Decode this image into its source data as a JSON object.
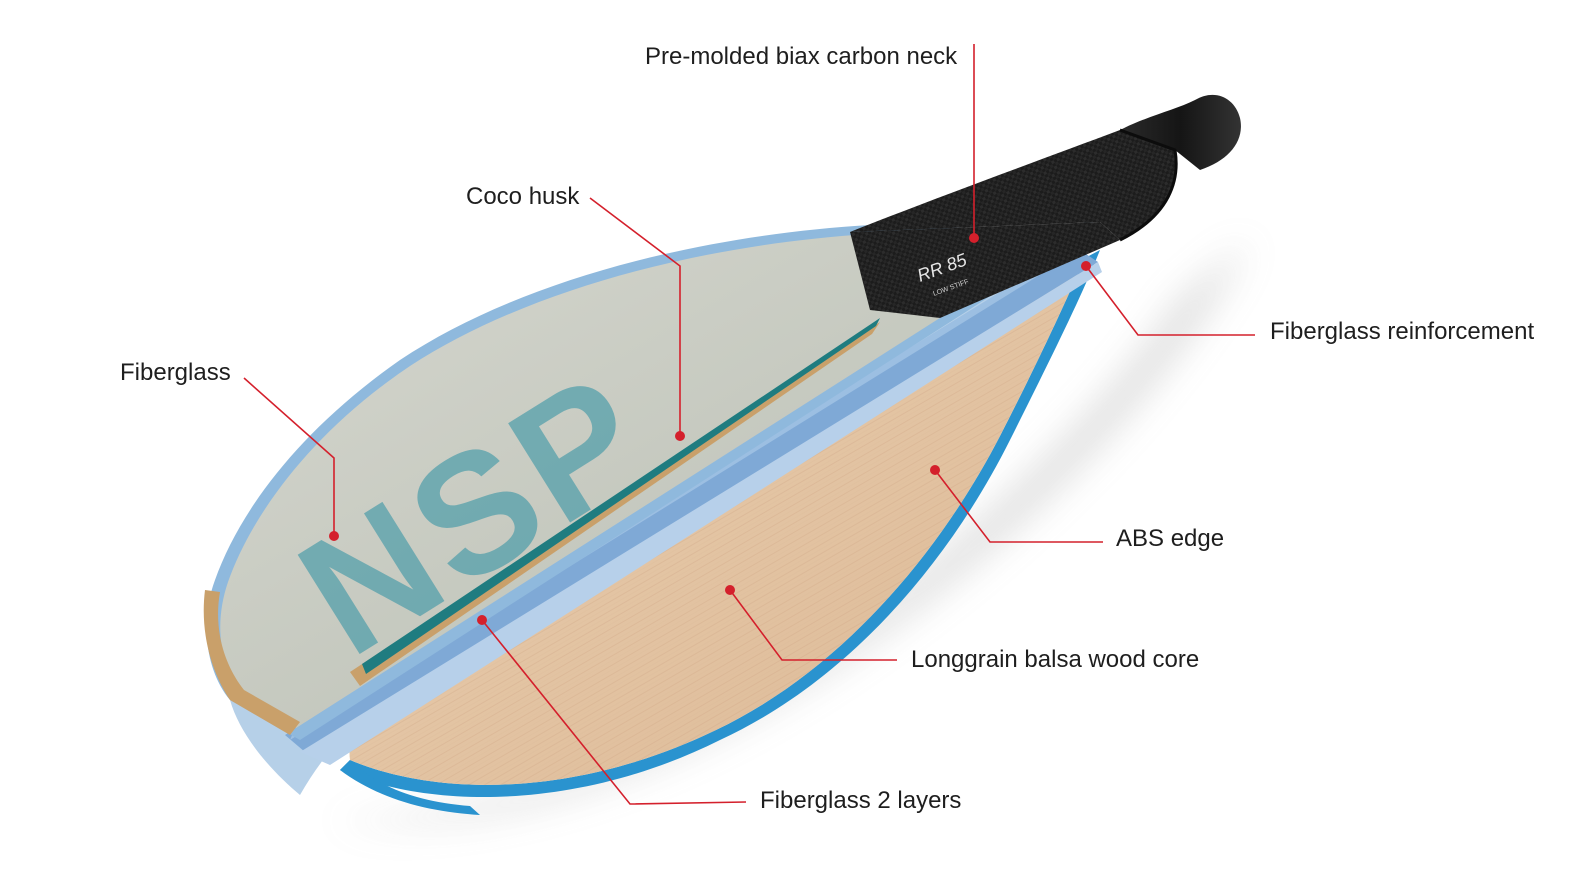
{
  "colors": {
    "leader": "#d4202c",
    "abs_edge": "#2a93cf",
    "fiberglass_layer": "#9fc0de",
    "balsa_wood": "#e6c9aa",
    "top_skin": "#c4c8c0",
    "carbon_neck": "#1a1a1a",
    "logo_teal": "#2a8fa3",
    "label_text": "#1e1e1e"
  },
  "neck_print": {
    "model": "RR 85",
    "subtext": "LOW STIFF"
  },
  "logo_text": "NSP",
  "labels": {
    "neck": "Pre-molded biax carbon neck",
    "coco": "Coco husk",
    "fiberglass": "Fiberglass",
    "reinforcement": "Fiberglass reinforcement",
    "abs": "ABS edge",
    "balsa": "Longgrain balsa wood core",
    "two_layers": "Fiberglass 2 layers"
  }
}
